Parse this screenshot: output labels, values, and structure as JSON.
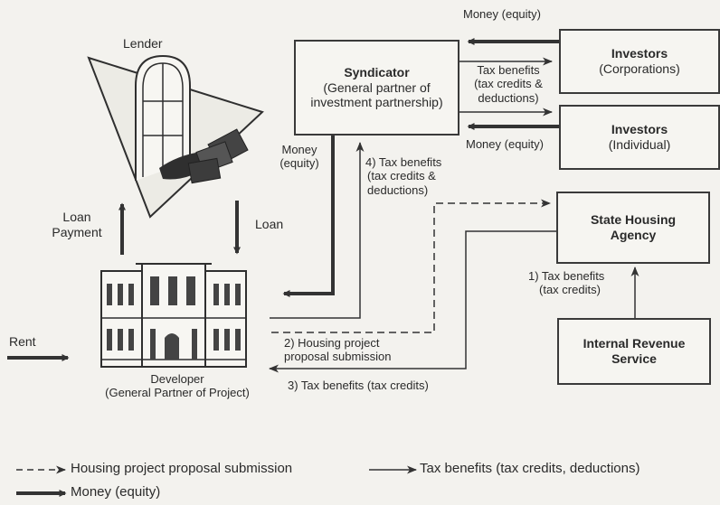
{
  "syndicator": {
    "title": "Syndicator",
    "sub1": "(General partner of",
    "sub2": "investment partnership)"
  },
  "investors_corp": {
    "title": "Investors",
    "sub": "(Corporations)"
  },
  "investors_ind": {
    "title": "Investors",
    "sub": "(Individual)"
  },
  "state_agency": {
    "line1": "State Housing",
    "line2": "Agency"
  },
  "irs": {
    "line1": "Internal Revenue",
    "line2": "Service"
  },
  "lender": "Lender",
  "developer": {
    "line1": "Developer",
    "line2": "(General Partner of Project)"
  },
  "labels": {
    "money_equity_top": "Money (equity)",
    "tax_benefits_a": "Tax benefits",
    "tax_benefits_b": "(tax credits &",
    "tax_benefits_c": "deductions)",
    "money_equity_ind": "Money (equity)",
    "money_a": "Money",
    "money_b": "(equity)",
    "step4_a": "4) Tax benefits",
    "step4_b": "(tax credits &",
    "step4_c": "deductions)",
    "loan_payment_a": "Loan",
    "loan_payment_b": "Payment",
    "loan": "Loan",
    "step1_a": "1) Tax benefits",
    "step1_b": "(tax credits)",
    "rent": "Rent",
    "step2_a": "2) Housing project",
    "step2_b": "proposal submission",
    "step3": "3) Tax benefits (tax credits)"
  },
  "legend": {
    "dashed": "Housing project proposal submission",
    "thin": "Tax benefits (tax credits, deductions)",
    "thick": "Money (equity)"
  }
}
